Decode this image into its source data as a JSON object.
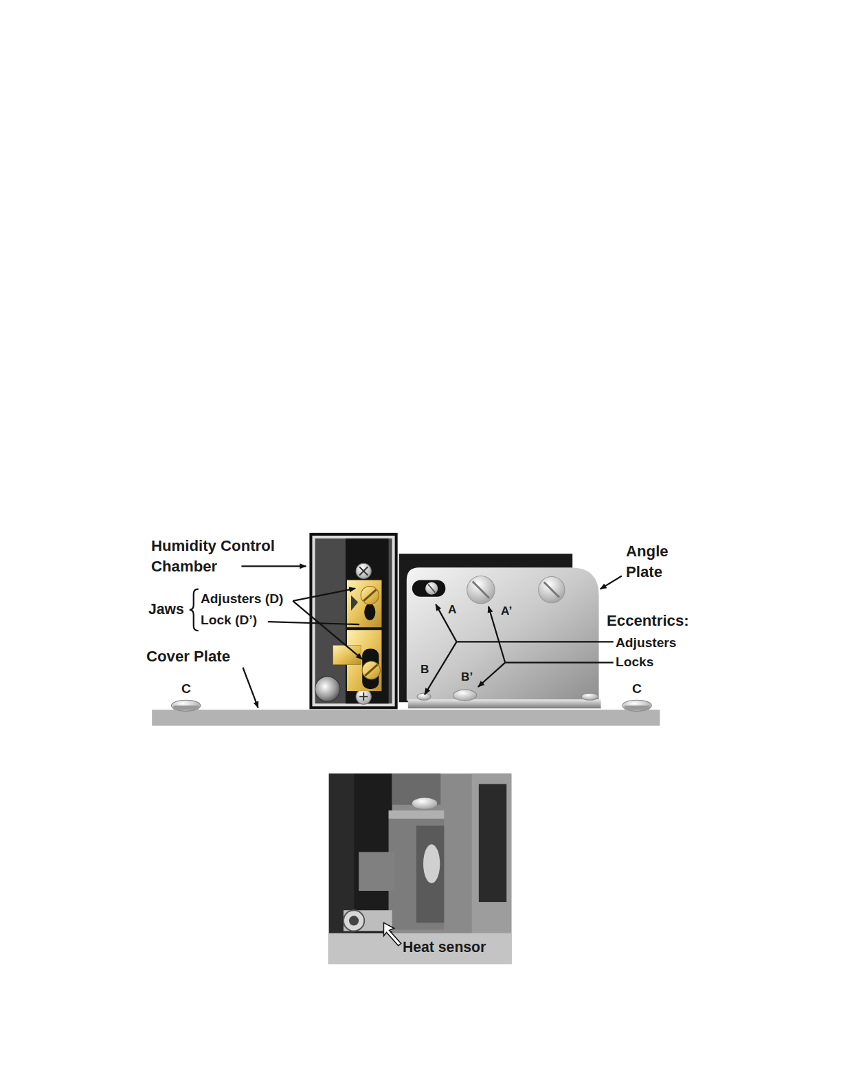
{
  "diagram": {
    "labels": [
      "Humidity Control Chamber",
      "Jaws",
      "Adjusters (D)",
      "Lock (D’)",
      "Cover Plate",
      "C",
      "C",
      "Angle Plate",
      "Eccentrics:",
      "Adjusters",
      "Locks",
      "A",
      "A’",
      "B",
      "B’",
      "Heat sensor"
    ]
  }
}
